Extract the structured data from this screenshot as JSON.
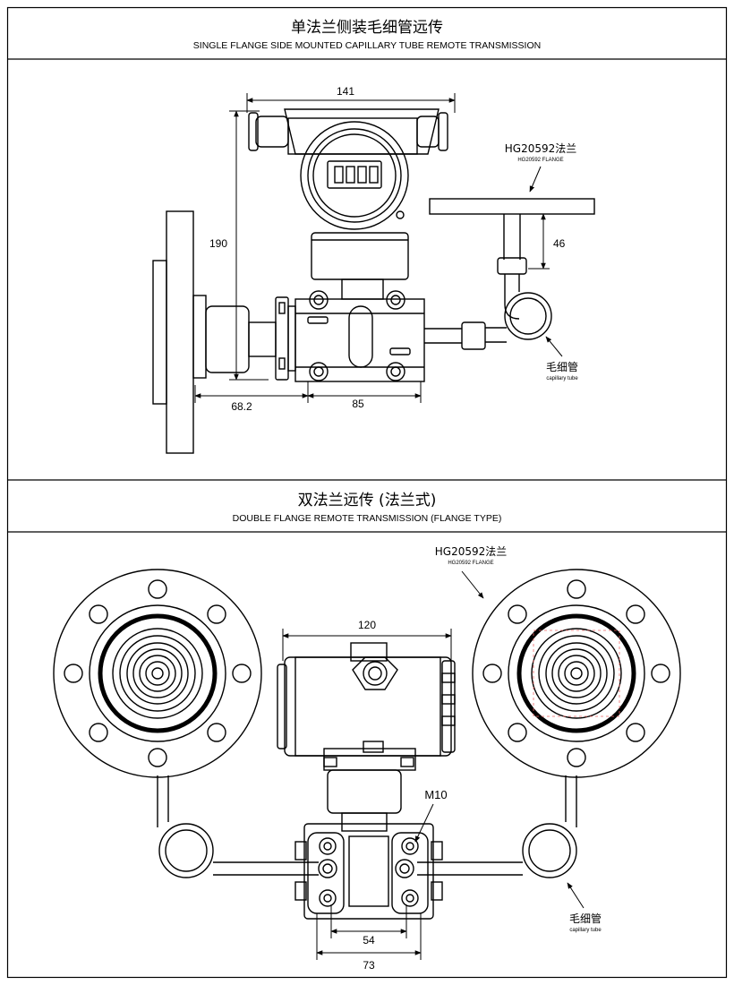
{
  "section1": {
    "title_cn": "单法兰侧装毛细管远传",
    "title_en": "SINGLE FLANGE SIDE MOUNTED CAPILLARY TUBE REMOTE TRANSMISSION",
    "dims": {
      "width": "141",
      "height": "190",
      "flange_height": "46",
      "left_offset": "68.2",
      "body_width": "85"
    },
    "flange_label": "HG20592法兰",
    "flange_label_en": "HG20592 FLANGE",
    "capillary_label": "毛细管",
    "capillary_label_en": "capillary tube"
  },
  "section2": {
    "title_cn": "双法兰远传 (法兰式)",
    "title_en": "DOUBLE FLANGE REMOTE TRANSMISSION (FLANGE TYPE)",
    "dims": {
      "width": "120",
      "inner": "54",
      "outer": "73"
    },
    "bolt_label": "M10",
    "flange_label": "HG20592法兰",
    "flange_label_en": "HG20592 FLANGE",
    "capillary_label": "毛细管",
    "capillary_label_en": "capillary tube"
  }
}
